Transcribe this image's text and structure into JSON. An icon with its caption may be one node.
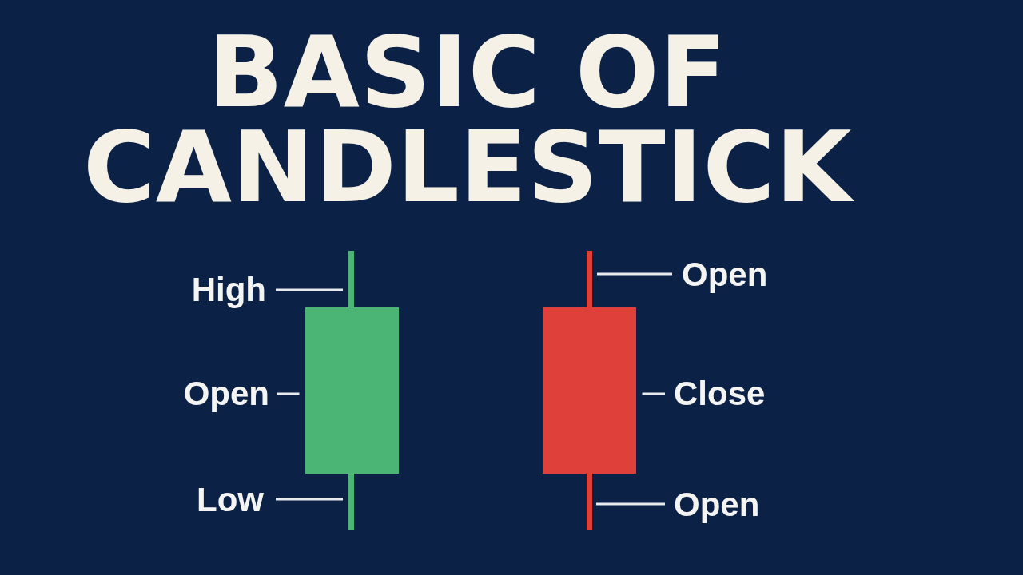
{
  "diagram": {
    "title": "BASIC OF CANDLESTICK",
    "nodes": [
      {
        "text": [
          "High"
        ]
      },
      {
        "text": [
          "Open"
        ]
      },
      {
        "text": [
          "Low"
        ]
      },
      {
        "text": [],
        "shape": "line"
      },
      {
        "text": [],
        "shape": "bar"
      },
      {
        "text": [],
        "shape": "line"
      },
      {
        "text": [],
        "shape": "line"
      },
      {
        "text": [],
        "shape": "bar"
      },
      {
        "text": [],
        "shape": "line"
      },
      {
        "text": [
          "Open"
        ]
      },
      {
        "text": [
          "Close"
        ]
      },
      {
        "text": [
          "Open"
        ]
      }
    ],
    "edges": [
      {
        "from": 0,
        "to": 3,
        "arrow": "none"
      },
      {
        "from": 1,
        "to": 4,
        "arrow": "none"
      },
      {
        "from": 2,
        "to": 5,
        "arrow": "none"
      },
      {
        "from": 9,
        "to": 6,
        "arrow": "none"
      },
      {
        "from": 10,
        "to": 7,
        "arrow": "none"
      },
      {
        "from": 11,
        "to": 8,
        "arrow": "none"
      }
    ]
  }
}
